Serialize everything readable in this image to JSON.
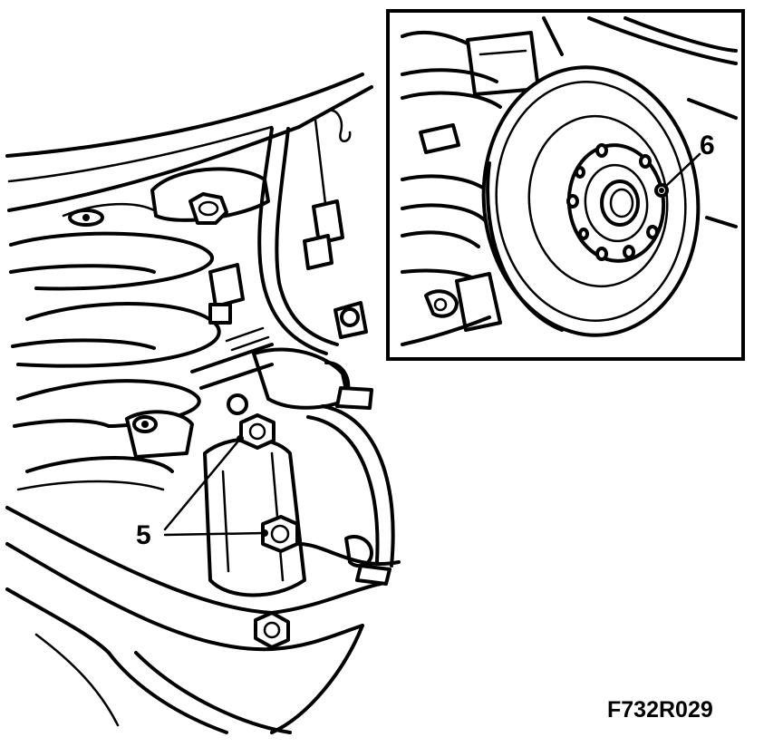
{
  "callouts": {
    "part_5": "5",
    "part_6": "6"
  },
  "figure_reference": "F732R029"
}
